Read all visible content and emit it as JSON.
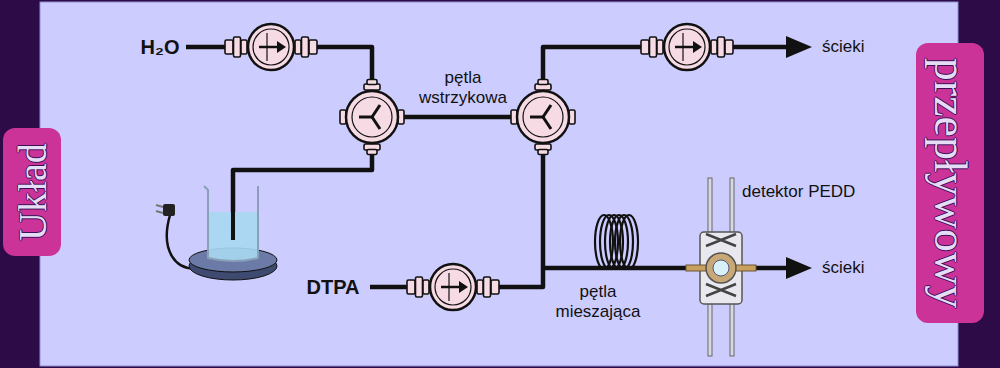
{
  "diagram": {
    "nodes": [
      {
        "text": [
          "Układ"
        ]
      },
      {
        "text": [
          "przepływowy"
        ]
      }
    ],
    "labels": [
      "H₂O",
      "pętla wstrzykowa",
      "ścieki",
      "DTPA",
      "pętla mieszająca",
      "detektor PEDD",
      "ścieki"
    ]
  }
}
